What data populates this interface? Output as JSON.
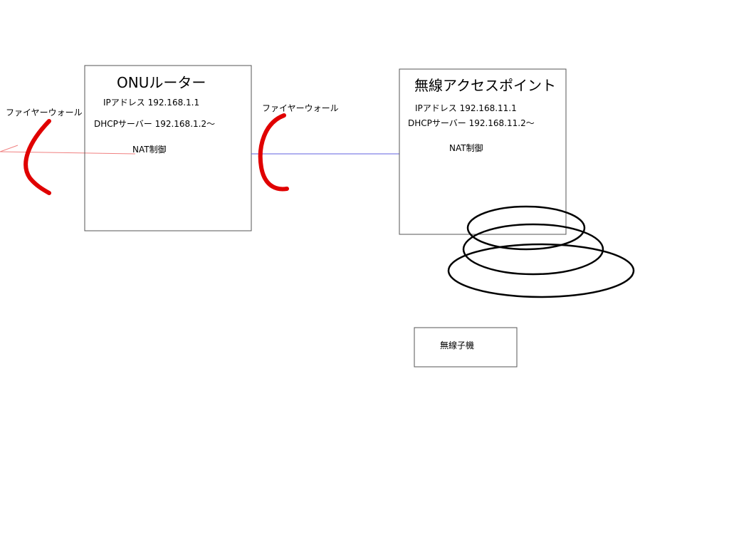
{
  "onu_router": {
    "title": "ONUルーター",
    "ip": "IPアドレス  192.168.1.1",
    "dhcp": "DHCPサーバー  192.168.1.2～",
    "nat": "NAT制御"
  },
  "access_point": {
    "title": "無線アクセスポイント",
    "ip": "IPアドレス  192.168.11.1",
    "dhcp": "DHCPサーバー  192.168.11.2～",
    "nat": "NAT制御"
  },
  "wireless_client": {
    "label": "無線子機"
  },
  "firewall_left": {
    "label": "ファイヤーウォール"
  },
  "firewall_middle": {
    "label": "ファイヤーウォール"
  },
  "colors": {
    "wan_line": "#f08080",
    "lan_line": "#6060e0",
    "firewall": "#e00000",
    "box_border": "#555555",
    "wave": "#000000"
  }
}
